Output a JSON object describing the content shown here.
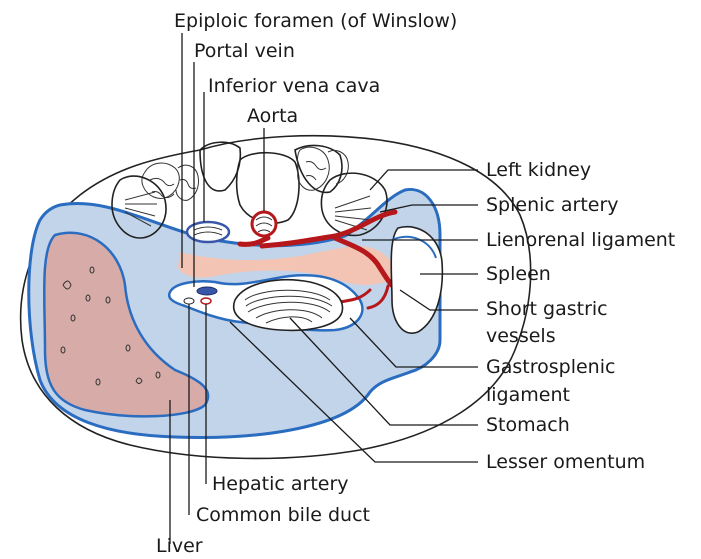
{
  "colors": {
    "sac": "#c2d4ea",
    "sac_border": "#2a6cc0",
    "liver": "#d7aca8",
    "bursa": "#f3c3b3",
    "artery": "#b5171b",
    "vein": "#3a56a8"
  },
  "labels": {
    "epiploic_foramen": "Epiploic foramen (of Winslow)",
    "portal_vein": "Portal vein",
    "ivc": "Inferior vena cava",
    "aorta": "Aorta",
    "left_kidney": "Left kidney",
    "splenic_artery": "Splenic artery",
    "lienorenal_ligament": "Lienorenal ligament",
    "spleen": "Spleen",
    "short_gastric_1": "Short gastric",
    "short_gastric_2": "vessels",
    "gastrosplenic_1": "Gastrosplenic",
    "gastrosplenic_2": "ligament",
    "stomach": "Stomach",
    "lesser_omentum": "Lesser omentum",
    "hepatic_artery": "Hepatic artery",
    "common_bile_duct": "Common bile duct",
    "liver": "Liver"
  }
}
